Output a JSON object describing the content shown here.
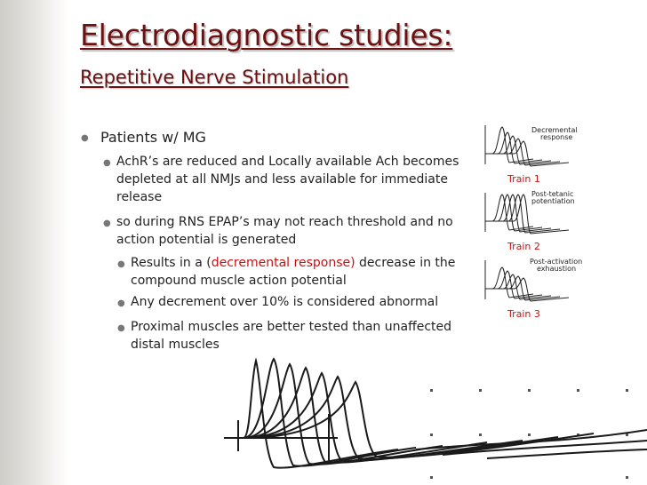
{
  "slide": {
    "title": "Electrodiagnostic studies:",
    "subtitle": "Repetitive Nerve Stimulation",
    "bullet1": "Patients w/ MG",
    "sub1_line1": "AchR’s are reduced and Locally available Ach becomes",
    "sub1_line2": "depleted at all NMJs and less available for immediate",
    "sub1_line3": "release",
    "sub2_line1": "so during RNS  EPAP’s may not reach threshold and no",
    "sub2_line2": "action potential is generated",
    "sub3_prefix": "Results in a (",
    "sub3_red": "decremental response)",
    "sub3_suffix": " decrease in the",
    "sub3_line2": "compound muscle action potential",
    "sub4": "Any decrement over 10% is considered abnormal",
    "sub5_line1": "Proximal muscles are better tested than unaffected",
    "sub5_line2": "distal muscles"
  },
  "figure": {
    "panels": [
      {
        "caption": "Decremental",
        "caption2": "response",
        "train": "Train 1"
      },
      {
        "caption": "Post-tetanic",
        "caption2": "potentiation",
        "train": "Train 2"
      },
      {
        "caption": "Post-activation",
        "caption2": "exhaustion",
        "train": "Train 3"
      }
    ]
  },
  "colors": {
    "title": "#6b1111",
    "highlight": "#cc1010",
    "train_label": "#cc1010"
  }
}
